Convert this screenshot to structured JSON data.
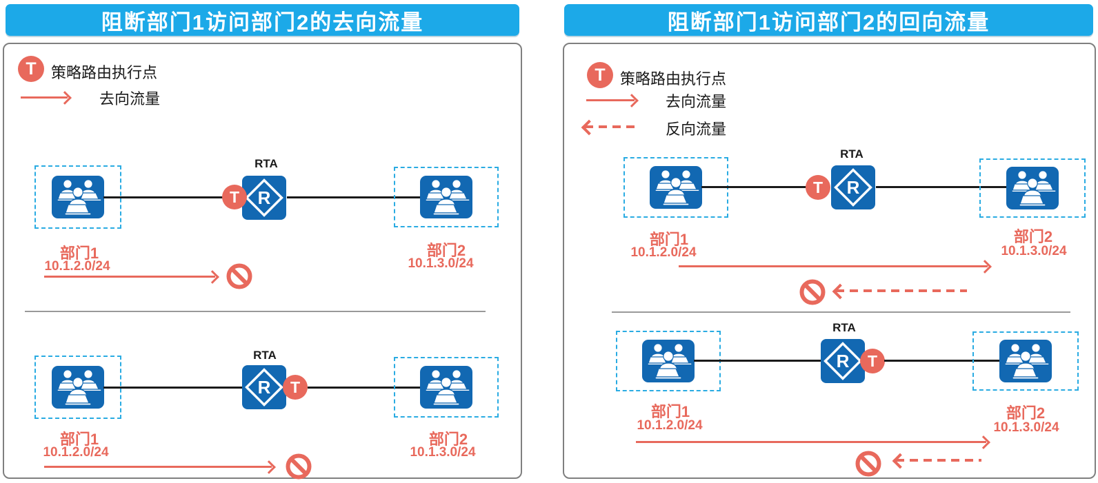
{
  "colors": {
    "header_bg": "#1CA9E8",
    "accent_red": "#E8695C",
    "node_blue": "#1268B2",
    "dashed_box_blue": "#29ABE2",
    "divider_gray": "#999999",
    "link_black": "#1A1A1A",
    "panel_border": "#7F7F7F",
    "title_text": "#FFFFFF"
  },
  "icons": {
    "t_badge_letter": "T",
    "router_letter": "R"
  },
  "panels": {
    "left": {
      "title": "阻断部门1访问部门2的去向流量",
      "legend": {
        "t_label": "策略路由执行点",
        "solid_arrow_label": "去向流量"
      },
      "top_diagram": {
        "router_label": "RTA",
        "dept1": {
          "name": "部门1",
          "subnet": "10.1.2.0/24"
        },
        "dept2": {
          "name": "部门2",
          "subnet": "10.1.3.0/24"
        }
      },
      "bottom_diagram": {
        "router_label": "RTA",
        "dept1": {
          "name": "部门1",
          "subnet": "10.1.2.0/24"
        },
        "dept2": {
          "name": "部门2",
          "subnet": "10.1.3.0/24"
        }
      }
    },
    "right": {
      "title": "阻断部门1访问部门2的回向流量",
      "legend": {
        "t_label": "策略路由执行点",
        "solid_arrow_label": "去向流量",
        "dashed_arrow_label": "反向流量"
      },
      "top_diagram": {
        "router_label": "RTA",
        "dept1": {
          "name": "部门1",
          "subnet": "10.1.2.0/24"
        },
        "dept2": {
          "name": "部门2",
          "subnet": "10.1.3.0/24"
        }
      },
      "bottom_diagram": {
        "router_label": "RTA",
        "dept1": {
          "name": "部门1",
          "subnet": "10.1.2.0/24"
        },
        "dept2": {
          "name": "部门2",
          "subnet": "10.1.3.0/24"
        }
      }
    }
  }
}
